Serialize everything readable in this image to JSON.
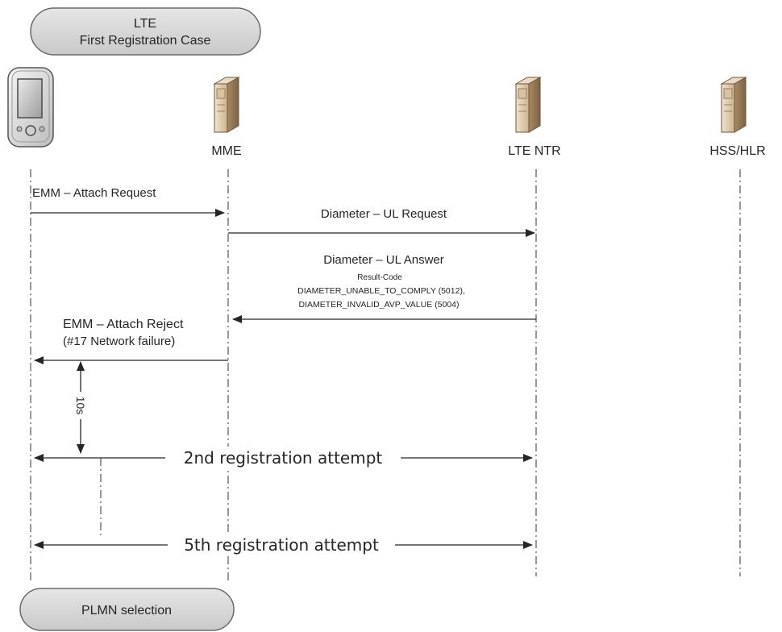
{
  "title_box": {
    "line1": "LTE",
    "line2": "First Registration Case"
  },
  "participants": [
    {
      "label": "",
      "icon": "phone-icon"
    },
    {
      "label": "MME",
      "icon": "server-icon"
    },
    {
      "label": "LTE NTR",
      "icon": "server-icon"
    },
    {
      "label": "HSS/HLR",
      "icon": "server-icon"
    }
  ],
  "messages": {
    "attach_request": "EMM – Attach Request",
    "ul_request": "Diameter – UL Request",
    "ul_answer": "Diameter – UL Answer",
    "result_code": "Result-Code",
    "unable_to_comply": "DIAMETER_UNABLE_TO_COMPLY (5012),",
    "invalid_avp": "DIAMETER_INVALID_AVP_VALUE (5004)",
    "attach_reject": "EMM – Attach Reject",
    "network_failure": "(#17 Network failure)"
  },
  "timer_label": "10s",
  "attempts": {
    "second": "2nd registration attempt",
    "fifth": "5th registration attempt"
  },
  "end_box": {
    "label": "PLMN selection"
  },
  "colors": {
    "line": "#262626",
    "box_fill": "#d9d9d9",
    "box_stroke": "#6b6b6b",
    "text": "#262626"
  }
}
